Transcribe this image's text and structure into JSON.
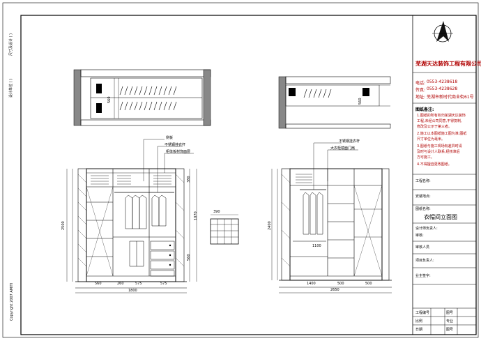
{
  "company": {
    "name": "芜湖天达装饰工程有限公司",
    "tel_label": "电话:",
    "tel": "0553-4238618",
    "fax_label": "传真:",
    "fax": "0553-4238628",
    "addr_label": "地址:",
    "addr": "芜湖市新时代商业街61号"
  },
  "notes": {
    "title": "图纸备注:",
    "lines": [
      "1.图纸的所有权归芜湖天达装饰",
      "工程,未经公司同意,不得复制,",
      "修改及公示于第三者。",
      "2.施工以本图纸施工图为准,图纸",
      "尺寸单位为毫米。",
      "3.图纸与施工现场有差异时请",
      "及时与设计人联系,经核准后",
      "方可施工。",
      "4.不得擅自更改图纸。"
    ]
  },
  "title_block": {
    "project_name_label": "工程名称:",
    "location_label": "安装地点:",
    "drawing_name_label": "图纸名称:",
    "drawing_name": "衣帽间立面图",
    "designer_label": "设计师负责人:",
    "reviewer_label": "审核:",
    "technical_label": "审核人员",
    "project_manager_label": "项目负责人:",
    "owner_sign_label": "业主签字:",
    "bottom_rows": [
      [
        "工程编号",
        "图号"
      ],
      [
        "比例",
        "专业"
      ],
      [
        "日期",
        "图号"
      ]
    ]
  },
  "left_elevation": {
    "callouts": [
      "侧板",
      "不锈钢挂衣杆",
      "柜体板材饰面层"
    ],
    "dims_bottom": [
      "560",
      "260",
      "575",
      "575"
    ],
    "dim_total_bottom": "1800",
    "dim_left": "2500",
    "dims_right": [
      "380",
      "1070",
      "560"
    ],
    "plan_dim": "560",
    "detail_dim": "390"
  },
  "right_elevation": {
    "callouts": [
      "不锈钢挂衣杆",
      "大衣柜镜面门扇"
    ],
    "dims_bottom": [
      "1400",
      "500",
      "500"
    ],
    "dim_total_bottom": "2650",
    "dim_left": "2400",
    "dim_mid": "1100",
    "plan_dim": "560"
  },
  "side_labels": [
    "尺寸及设计 (  )",
    "设计单位 (  )"
  ],
  "copyright": "Copyright 2007 AMITI"
}
